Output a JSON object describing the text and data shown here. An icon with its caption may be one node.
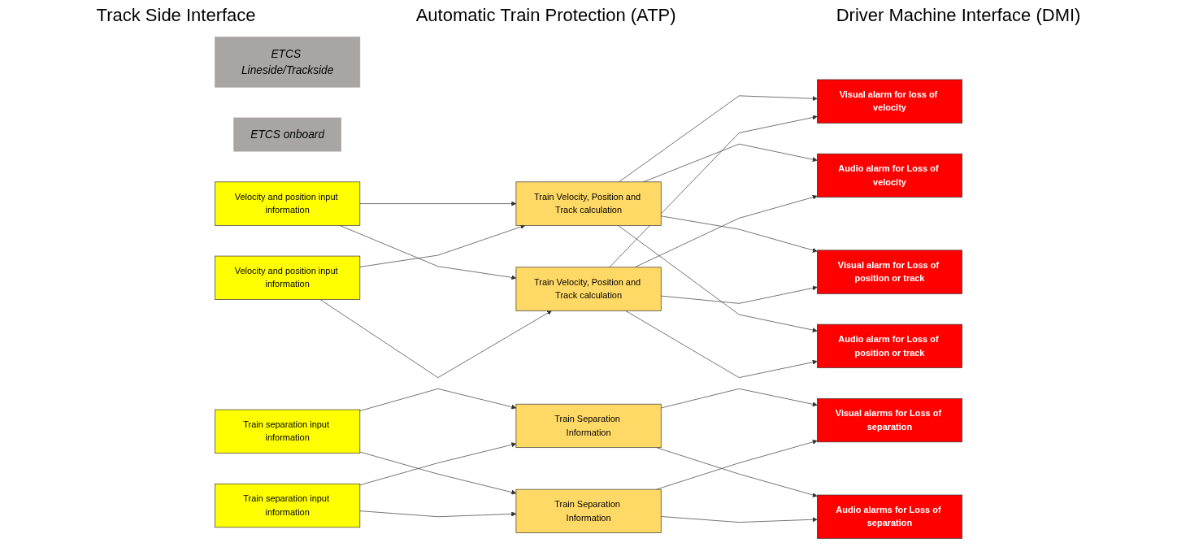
{
  "diagram": {
    "nodes": [
      {
        "text": [
          "ETCS Lineside/Trackside"
        ]
      },
      {
        "text": [
          "ETCS onboard"
        ]
      },
      {
        "text": [
          "Velocity and position input information"
        ]
      },
      {
        "text": [
          "Velocity and position input information"
        ]
      },
      {
        "text": [
          "Train separation input information"
        ]
      },
      {
        "text": [
          "Train separation input information"
        ]
      },
      {
        "text": [
          "Train Velocity, Position and Track calculation"
        ]
      },
      {
        "text": [
          "Train Velocity, Position and Track calculation"
        ]
      },
      {
        "text": [
          "Train Separation Information"
        ]
      },
      {
        "text": [
          "Train Separation Information"
        ]
      },
      {
        "text": [
          "Visual alarm for loss of velocity"
        ]
      },
      {
        "text": [
          "Audio alarm for Loss of velocity"
        ]
      },
      {
        "text": [
          "Visual alarm for Loss of position or track"
        ]
      },
      {
        "text": [
          "Audio alarm for Loss of position or track"
        ]
      },
      {
        "text": [
          "Visual alarms for Loss of separation"
        ]
      },
      {
        "text": [
          "Audio alarms for Loss of separation"
        ]
      }
    ],
    "edges": [
      {
        "from": 2,
        "to": 6,
        "arrow": "to"
      },
      {
        "from": 2,
        "to": 7,
        "arrow": "to"
      },
      {
        "from": 3,
        "to": 6,
        "arrow": "to"
      },
      {
        "from": 3,
        "to": 7,
        "arrow": "to"
      },
      {
        "from": 4,
        "to": 8,
        "arrow": "to"
      },
      {
        "from": 4,
        "to": 9,
        "arrow": "to"
      },
      {
        "from": 5,
        "to": 8,
        "arrow": "to"
      },
      {
        "from": 5,
        "to": 9,
        "arrow": "to"
      },
      {
        "from": 6,
        "to": 10,
        "arrow": "to"
      },
      {
        "from": 6,
        "to": 11,
        "arrow": "to"
      },
      {
        "from": 6,
        "to": 12,
        "arrow": "to"
      },
      {
        "from": 6,
        "to": 13,
        "arrow": "to"
      },
      {
        "from": 7,
        "to": 10,
        "arrow": "to"
      },
      {
        "from": 7,
        "to": 11,
        "arrow": "to"
      },
      {
        "from": 7,
        "to": 12,
        "arrow": "to"
      },
      {
        "from": 7,
        "to": 13,
        "arrow": "to"
      },
      {
        "from": 8,
        "to": 14,
        "arrow": "to"
      },
      {
        "from": 8,
        "to": 15,
        "arrow": "to"
      },
      {
        "from": 9,
        "to": 14,
        "arrow": "to"
      },
      {
        "from": 9,
        "to": 15,
        "arrow": "to"
      }
    ],
    "labels": [
      "Track Side Interface",
      "Automatic Train Protection (ATP)",
      "Driver Machine Interface (DMI)"
    ]
  }
}
